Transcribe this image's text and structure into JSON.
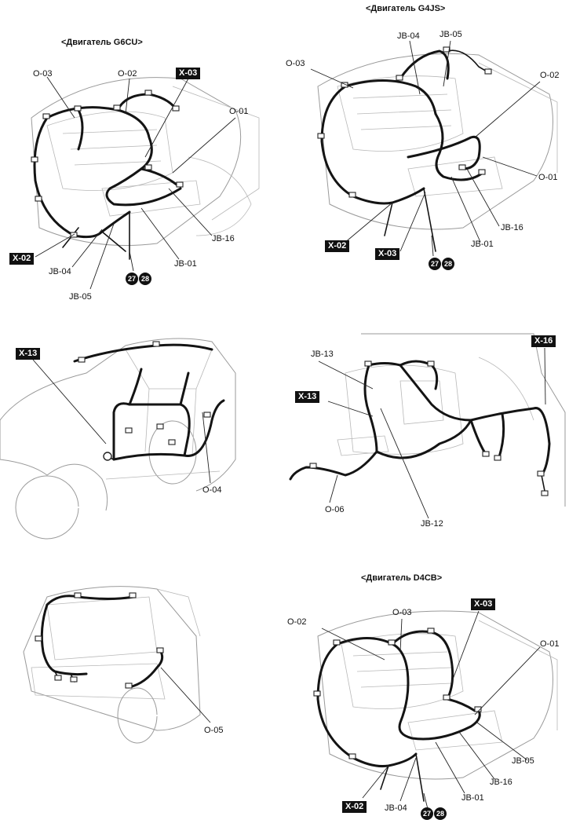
{
  "panels": {
    "g6cu": {
      "title": "<Двигатель G6CU>",
      "labels": {
        "o03": "O-03",
        "o02": "O-02",
        "x03": "X-03",
        "o01": "O-01",
        "x02": "X-02",
        "jb04": "JB-04",
        "jb05": "JB-05",
        "jb16": "JB-16",
        "jb01": "JB-01",
        "c27": "27",
        "c28": "28"
      }
    },
    "g4js": {
      "title": "<Двигатель G4JS>",
      "labels": {
        "o03": "O-03",
        "jb04": "JB-04",
        "jb05": "JB-05",
        "o02": "O-02",
        "o01": "O-01",
        "jb16": "JB-16",
        "jb01": "JB-01",
        "x02": "X-02",
        "x03": "X-03",
        "c27": "27",
        "c28": "28"
      }
    },
    "body_side": {
      "labels": {
        "x13": "X-13",
        "o04": "O-04"
      }
    },
    "interior": {
      "labels": {
        "jb13": "JB-13",
        "x13": "X-13",
        "x16": "X-16",
        "o06": "O-06",
        "jb12": "JB-12"
      }
    },
    "rear": {
      "labels": {
        "o05": "O-05"
      }
    },
    "d4cb": {
      "title": "<Двигатель D4CB>",
      "labels": {
        "o02": "O-02",
        "o03": "O-03",
        "x03": "X-03",
        "o01": "O-01",
        "jb05": "JB-05",
        "jb16": "JB-16",
        "jb01": "JB-01",
        "x02": "X-02",
        "jb04": "JB-04",
        "c27": "27",
        "c28": "28"
      }
    }
  }
}
